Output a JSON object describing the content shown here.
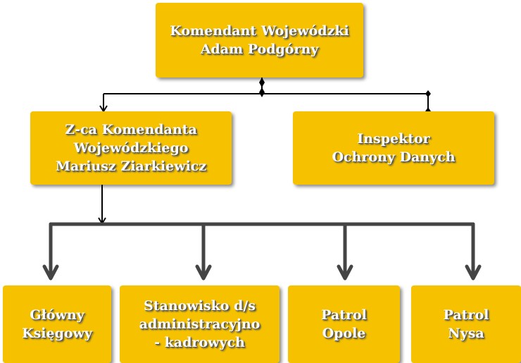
{
  "nodes": {
    "commander": {
      "lines": [
        "Komendant Wojewódzki",
        "Adam Podgórny"
      ]
    },
    "deputy": {
      "lines": [
        "Z-ca Komendanta",
        "Wojewódzkiego",
        "Mariusz Ziarkiewicz"
      ]
    },
    "inspector": {
      "lines": [
        "Inspektor",
        "Ochrony Danych"
      ]
    },
    "accountant": {
      "lines": [
        "Główny",
        "Księgowy"
      ]
    },
    "admin": {
      "lines": [
        "Stanowisko d/s",
        "administracyjno",
        "- kadrowych"
      ]
    },
    "patrol_opole": {
      "lines": [
        "Patrol",
        "Opole"
      ]
    },
    "patrol_nysa": {
      "lines": [
        "Patrol",
        "Nysa"
      ]
    }
  },
  "colors": {
    "box": "#f6c200",
    "text": "#ffffff",
    "connector": "#000000",
    "arrow": "#444444"
  }
}
